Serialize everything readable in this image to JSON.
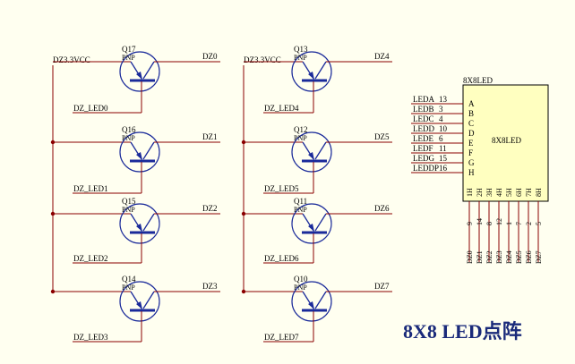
{
  "supply_label": "DZ3.3VCC",
  "pnp_label": "PNP",
  "transistors": [
    {
      "ref": "Q17",
      "collector": "DZ0",
      "base": "DZ_LED0"
    },
    {
      "ref": "Q16",
      "collector": "DZ1",
      "base": "DZ_LED1"
    },
    {
      "ref": "Q15",
      "collector": "DZ2",
      "base": "DZ_LED2"
    },
    {
      "ref": "Q14",
      "collector": "DZ3",
      "base": "DZ_LED3"
    },
    {
      "ref": "Q13",
      "collector": "DZ4",
      "base": "DZ_LED4"
    },
    {
      "ref": "Q12",
      "collector": "DZ5",
      "base": "DZ_LED5"
    },
    {
      "ref": "Q11",
      "collector": "DZ6",
      "base": "DZ_LED6"
    },
    {
      "ref": "Q10",
      "collector": "DZ7",
      "base": "DZ_LED7"
    }
  ],
  "matrix": {
    "name_top": "8X8LED",
    "name_center": "8X8LED",
    "fill": "#ffffc0",
    "rows": [
      {
        "net": "LEDA",
        "pin": "13",
        "letter": "A"
      },
      {
        "net": "LEDB",
        "pin": "3",
        "letter": "B"
      },
      {
        "net": "LEDC",
        "pin": "4",
        "letter": "C"
      },
      {
        "net": "LEDD",
        "pin": "10",
        "letter": "D"
      },
      {
        "net": "LEDE",
        "pin": "6",
        "letter": "E"
      },
      {
        "net": "LEDF",
        "pin": "11",
        "letter": "F"
      },
      {
        "net": "LEDG",
        "pin": "15",
        "letter": "G"
      },
      {
        "net": "LEDDP",
        "pin": "16",
        "letter": "H"
      }
    ],
    "cols": [
      {
        "label": "1H",
        "pin": "9",
        "net": "DZ0"
      },
      {
        "label": "2H",
        "pin": "14",
        "net": "DZ1"
      },
      {
        "label": "3H",
        "pin": "8",
        "net": "DZ2"
      },
      {
        "label": "4H",
        "pin": "12",
        "net": "DZ3"
      },
      {
        "label": "5H",
        "pin": "1",
        "net": "DZ4"
      },
      {
        "label": "6H",
        "pin": "7",
        "net": "DZ5"
      },
      {
        "label": "7H",
        "pin": "2",
        "net": "DZ6"
      },
      {
        "label": "8H",
        "pin": "5",
        "net": "DZ7"
      }
    ]
  },
  "caption": "8X8 LED点阵",
  "colors": {
    "wire": "#8b0000",
    "component": "#1a2a9a",
    "caption": "#1a2a7a",
    "background": "#fffff0"
  }
}
